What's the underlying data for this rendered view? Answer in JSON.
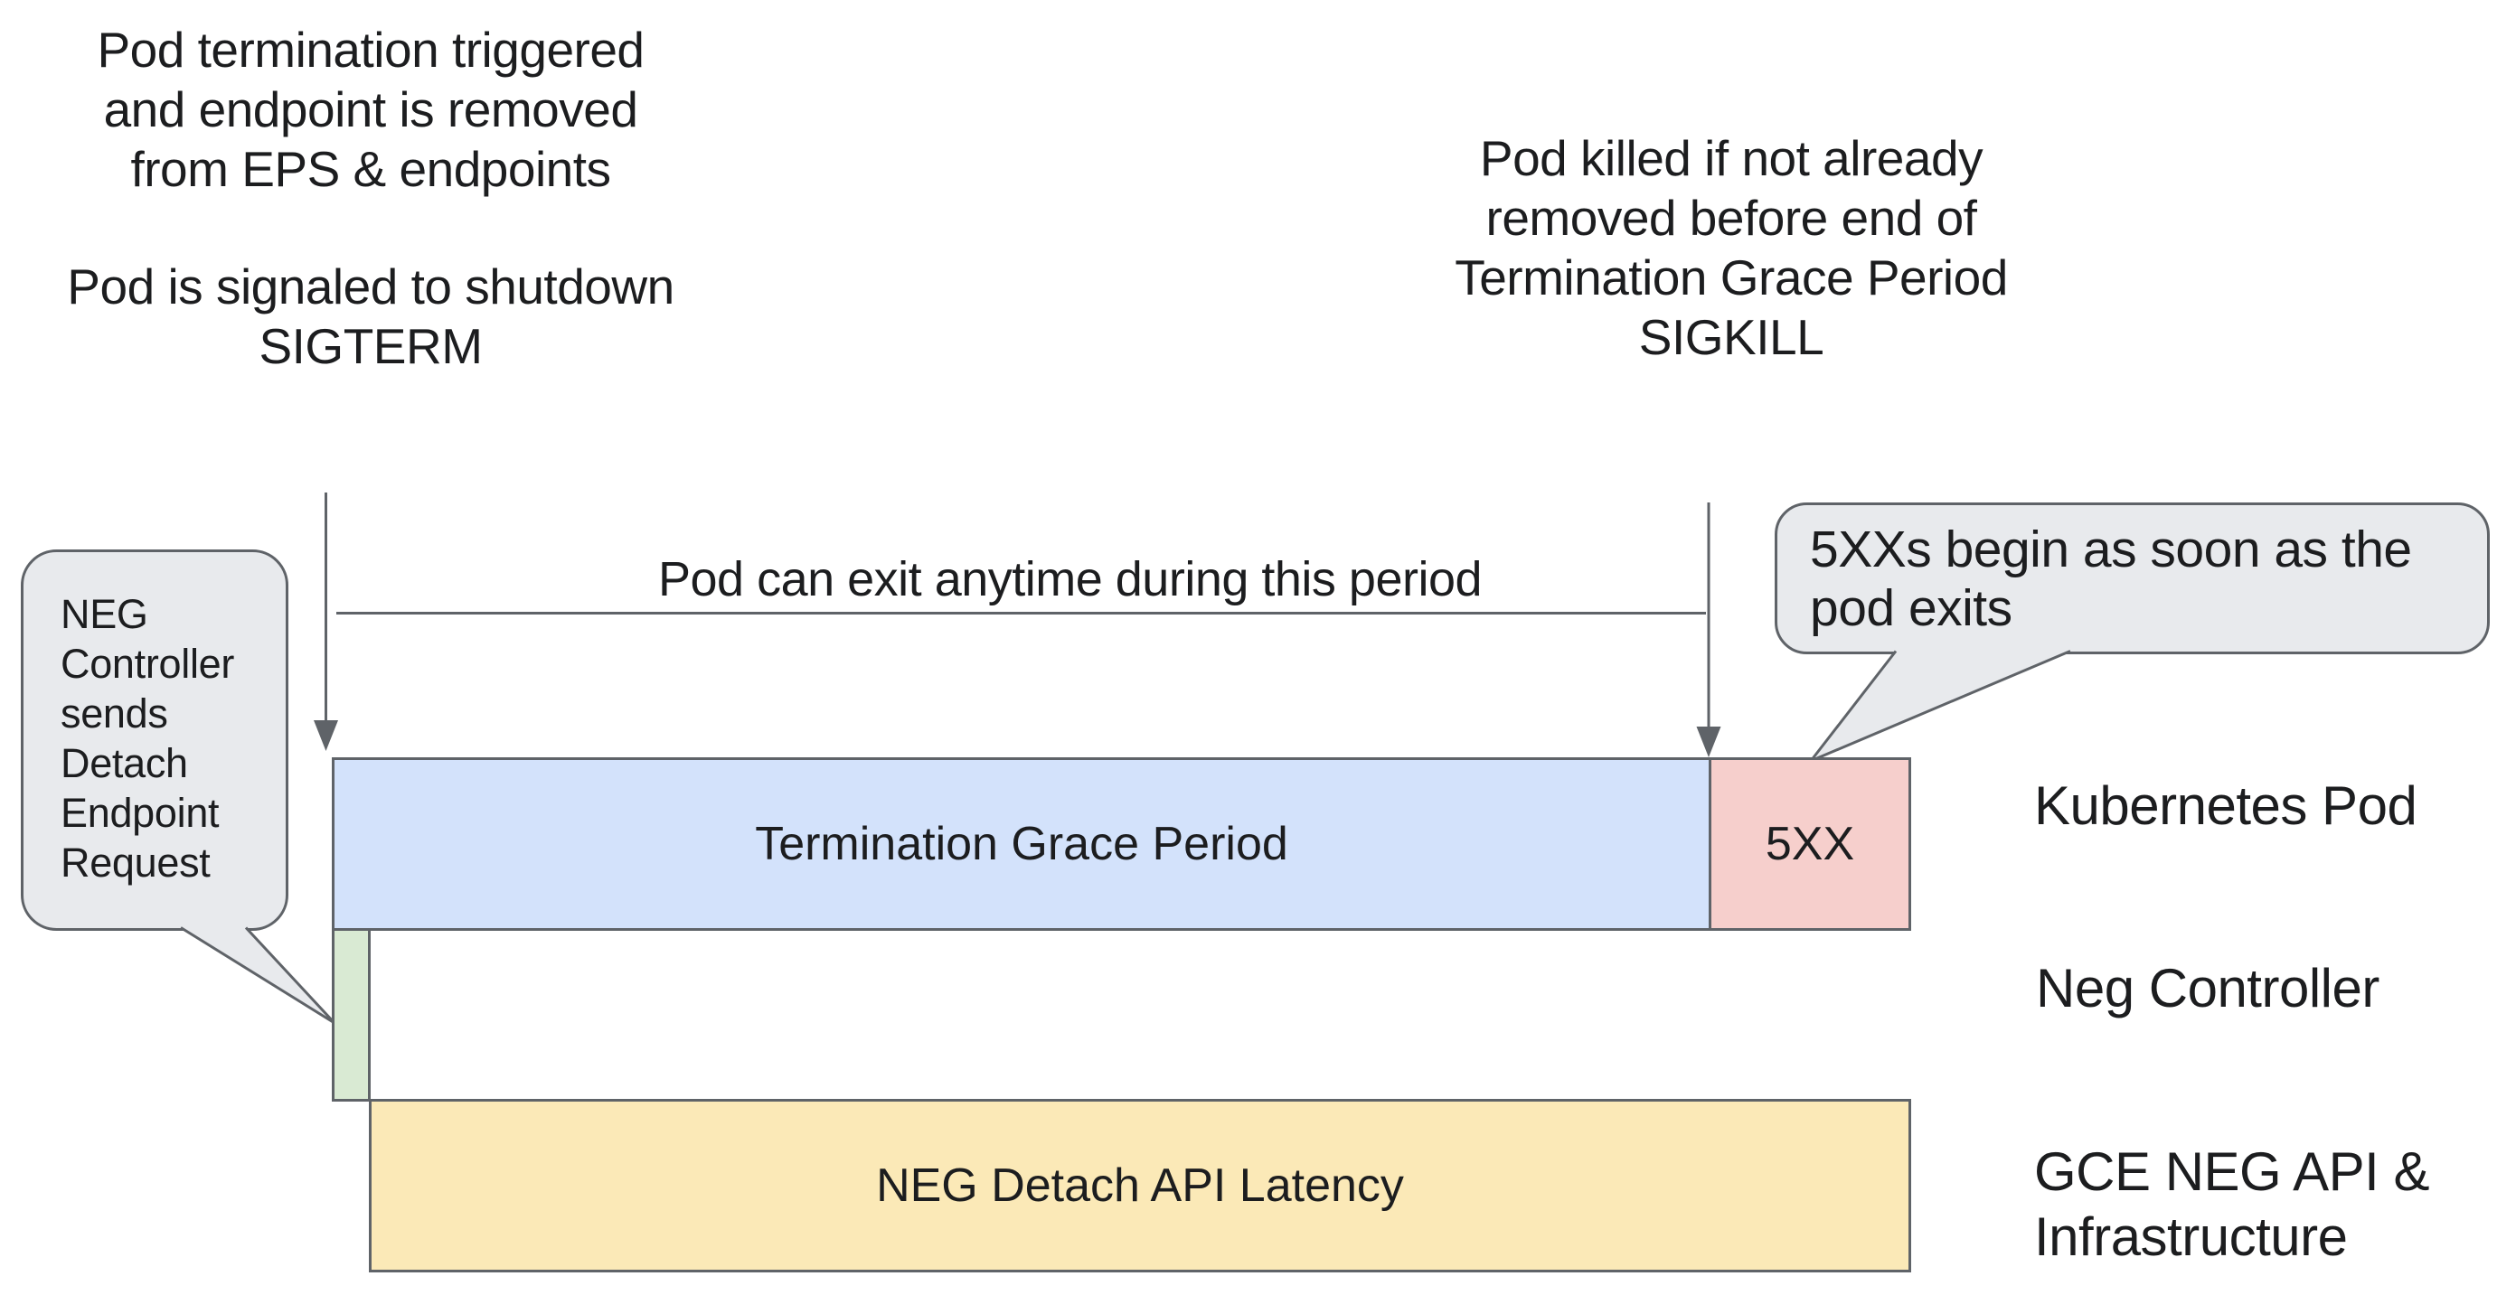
{
  "colors": {
    "stroke_gray": "#5f6368",
    "text_black": "#1c1d1f",
    "pod_bar_blue": "#d3e2fb",
    "error_bar_red": "#f6cfcc",
    "controller_bar_green": "#d9ead3",
    "api_bar_yellow": "#fbe9b7",
    "callout_fill_gray": "#e8eaed"
  },
  "annotations": {
    "termination_trigger": {
      "lines": [
        "Pod termination triggered",
        "and endpoint is removed",
        "from EPS & endpoints"
      ]
    },
    "sigterm": {
      "lines": [
        "Pod is signaled to shutdown",
        "SIGTERM"
      ]
    },
    "sigkill": {
      "lines": [
        "Pod killed if not already",
        "removed before end of",
        "Termination Grace Period",
        "SIGKILL"
      ]
    },
    "exit_window": "Pod can exit anytime during this period"
  },
  "callouts": {
    "neg_controller": {
      "lines": [
        "NEG",
        "Controller",
        "sends",
        "Detach",
        "Endpoint",
        "Request"
      ]
    },
    "errors_begin": {
      "lines": [
        "5XXs begin as soon as the",
        "pod exits"
      ]
    }
  },
  "bars": {
    "termination_grace_period": "Termination Grace Period",
    "errors": "5XX",
    "neg_detach_api_latency": "NEG Detach API Latency"
  },
  "rows": {
    "kubernetes_pod": "Kubernetes Pod",
    "neg_controller": "Neg Controller",
    "gce_neg_api": {
      "lines": [
        "GCE NEG API &",
        "Infrastructure"
      ]
    }
  }
}
